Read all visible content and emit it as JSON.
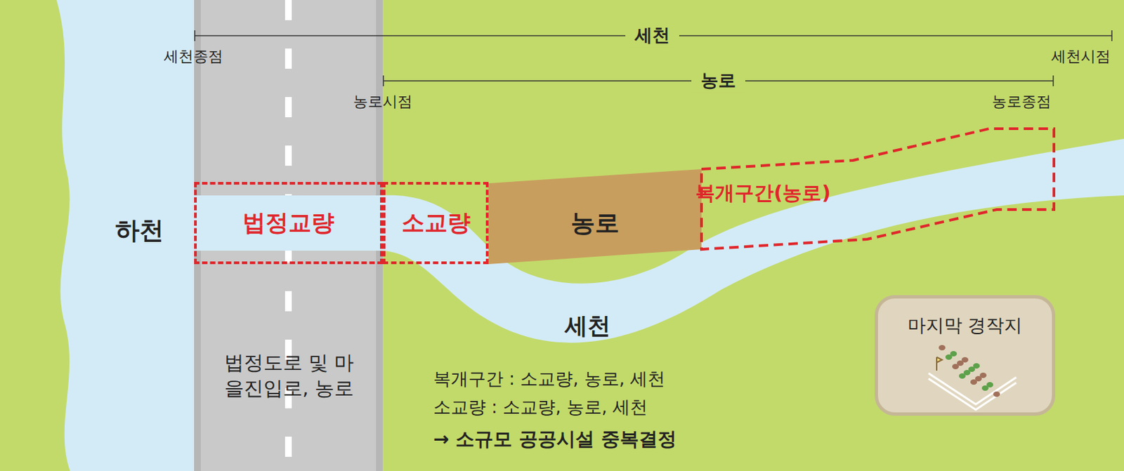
{
  "diagram": {
    "nodes": [
      {
        "text": [
          "법정교량"
        ]
      },
      {
        "text": [
          "소교량"
        ]
      },
      {
        "text": [
          "농로"
        ]
      },
      {
        "text": [
          "복개구간(농로)"
        ]
      },
      {
        "text": [
          "마지막 경작지"
        ]
      }
    ],
    "labels": [
      "세천",
      "세천종점",
      "세천시점",
      "농로",
      "농로시점",
      "농로종점",
      "하천",
      "세천",
      "법정도로 및 마을진입로, 농로",
      "복개구간 : 소교량, 농로, 세천",
      "소교량 : 소교량, 농로, 세천",
      "→ 소규모 공공시설 중복결정"
    ]
  }
}
